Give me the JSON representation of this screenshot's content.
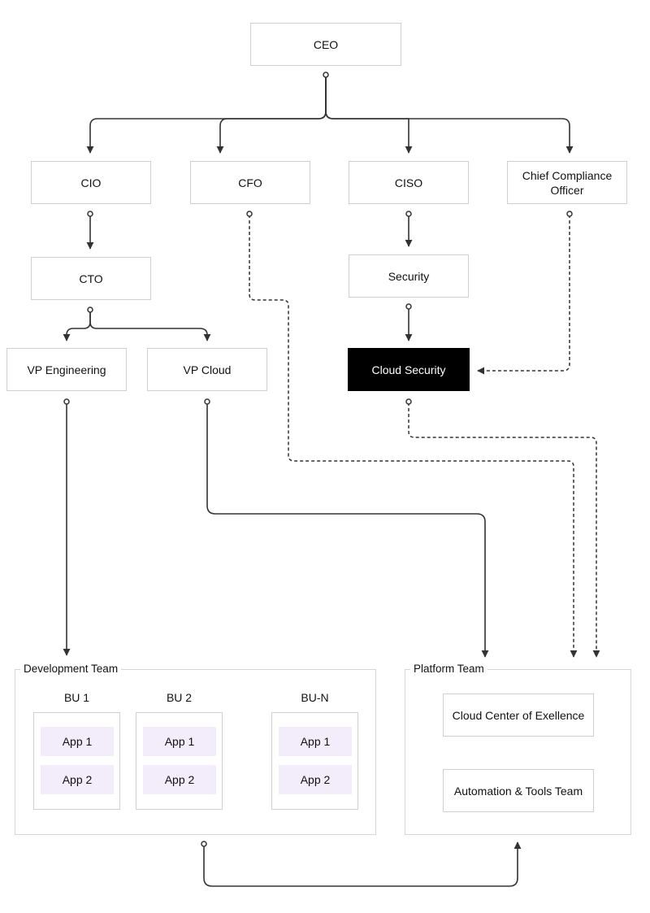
{
  "nodes": {
    "ceo": "CEO",
    "cio": "CIO",
    "cfo": "CFO",
    "ciso": "CISO",
    "cco": "Chief Compliance Officer",
    "cto": "CTO",
    "security": "Security",
    "vp_engineering": "VP Engineering",
    "vp_cloud": "VP Cloud",
    "cloud_security": "Cloud Security",
    "ccoe": "Cloud Center of Exellence",
    "automation": "Automation & Tools Team"
  },
  "development_team": {
    "title": "Development Team",
    "units": [
      {
        "name": "BU 1",
        "apps": [
          "App 1",
          "App 2"
        ]
      },
      {
        "name": "BU 2",
        "apps": [
          "App 1",
          "App 2"
        ]
      },
      {
        "name": "BU-N",
        "apps": [
          "App 1",
          "App 2"
        ]
      }
    ]
  },
  "platform_team": {
    "title": "Platform Team"
  },
  "colors": {
    "line": "#333333",
    "node_border": "#cfcfcf",
    "highlight_fill": "#000000",
    "app_fill": "#f3ecfb"
  }
}
